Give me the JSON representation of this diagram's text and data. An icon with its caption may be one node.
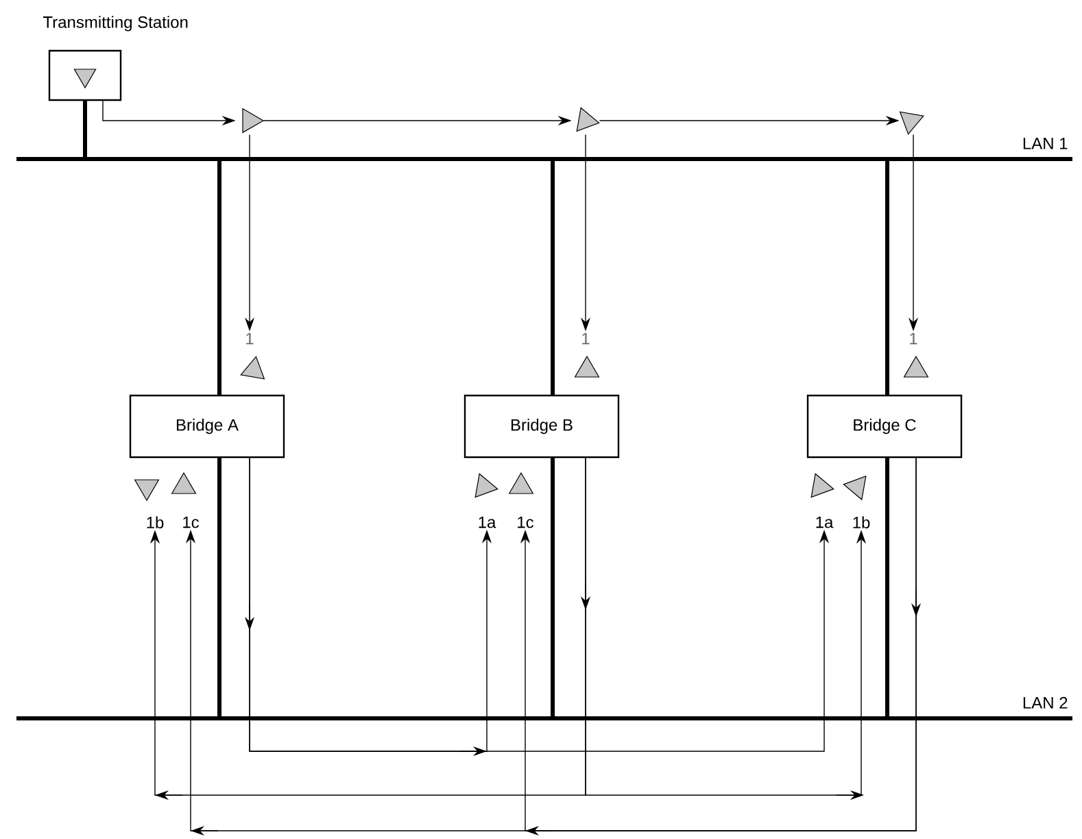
{
  "diagram": {
    "nodes": [
      {
        "text": [
          "Transmitting Station"
        ]
      },
      {
        "text": [],
        "shape": "triangle"
      },
      {
        "text": [],
        "shape": "triangle"
      },
      {
        "text": [],
        "shape": "triangle"
      },
      {
        "text": [
          "1"
        ]
      },
      {
        "text": [
          "1"
        ]
      },
      {
        "text": [
          "1"
        ]
      },
      {
        "text": [
          "Bridge A"
        ]
      },
      {
        "text": [
          "Bridge B"
        ]
      },
      {
        "text": [
          "Bridge C"
        ]
      },
      {
        "text": [
          "1b"
        ]
      },
      {
        "text": [
          "1c"
        ]
      },
      {
        "text": [
          "1a"
        ]
      },
      {
        "text": [
          "1c"
        ]
      },
      {
        "text": [
          "1a"
        ]
      },
      {
        "text": [
          "1b"
        ]
      }
    ],
    "edges": [
      {
        "from": 0,
        "to": 1,
        "arrow": "to"
      },
      {
        "from": 1,
        "to": 2,
        "arrow": "to"
      },
      {
        "from": 2,
        "to": 3,
        "arrow": "to"
      },
      {
        "from": 1,
        "to": 4,
        "arrow": "to"
      },
      {
        "from": 2,
        "to": 5,
        "arrow": "to"
      },
      {
        "from": 3,
        "to": 6,
        "arrow": "to"
      },
      {
        "from": 7,
        "to": 12,
        "arrow": "to"
      },
      {
        "from": 7,
        "to": 14,
        "arrow": "to"
      },
      {
        "from": 8,
        "to": 15,
        "arrow": "to"
      },
      {
        "from": 8,
        "to": 10,
        "arrow": "to"
      },
      {
        "from": 9,
        "to": 13,
        "arrow": "to"
      },
      {
        "from": 9,
        "to": 11,
        "arrow": "to"
      }
    ],
    "labels": [
      "LAN 1",
      "LAN 2"
    ]
  }
}
